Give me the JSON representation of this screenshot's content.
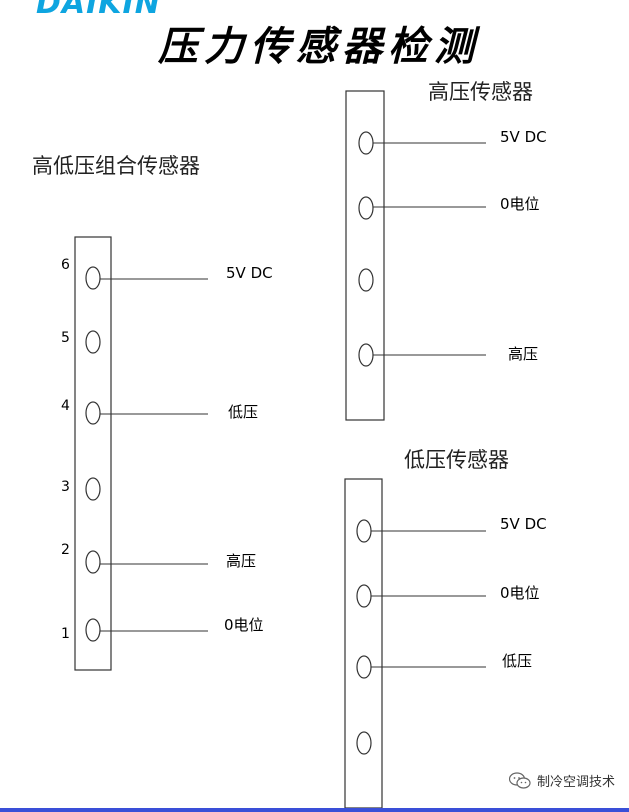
{
  "header": {
    "logo_text": "DAIKIN",
    "title": "压力传感器检测"
  },
  "colors": {
    "logo": "#0ea5e0",
    "line": "#333333",
    "accent_bar": "#3a4fd8"
  },
  "combined_sensor": {
    "title": "高低压组合传感器",
    "pins": [
      {
        "number": "6",
        "label": "5V DC"
      },
      {
        "number": "5",
        "label": ""
      },
      {
        "number": "4",
        "label": "低压"
      },
      {
        "number": "3",
        "label": ""
      },
      {
        "number": "2",
        "label": "高压"
      },
      {
        "number": "1",
        "label": "0电位"
      }
    ]
  },
  "high_sensor": {
    "title": "高压传感器",
    "pins": [
      {
        "label": "5V DC"
      },
      {
        "label": "0电位"
      },
      {
        "label": ""
      },
      {
        "label": "高压"
      }
    ]
  },
  "low_sensor": {
    "title": "低压传感器",
    "pins": [
      {
        "label": "5V DC"
      },
      {
        "label": "0电位"
      },
      {
        "label": "低压"
      },
      {
        "label": ""
      }
    ]
  },
  "footer": {
    "watermark_icon": "wechat-icon",
    "watermark_text": "制冷空调技术"
  }
}
